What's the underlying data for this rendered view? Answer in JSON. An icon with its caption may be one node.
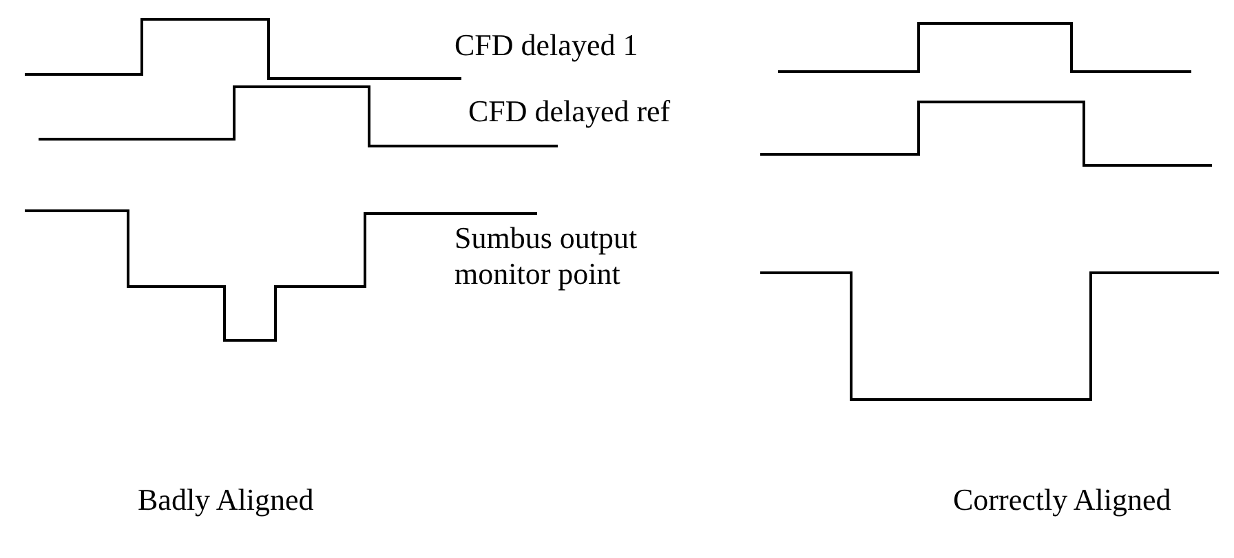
{
  "diagram": {
    "labels": [
      "CFD delayed 1",
      "CFD delayed ref",
      "Sumbus output monitor point",
      "Badly Aligned",
      "Correctly Aligned"
    ]
  }
}
